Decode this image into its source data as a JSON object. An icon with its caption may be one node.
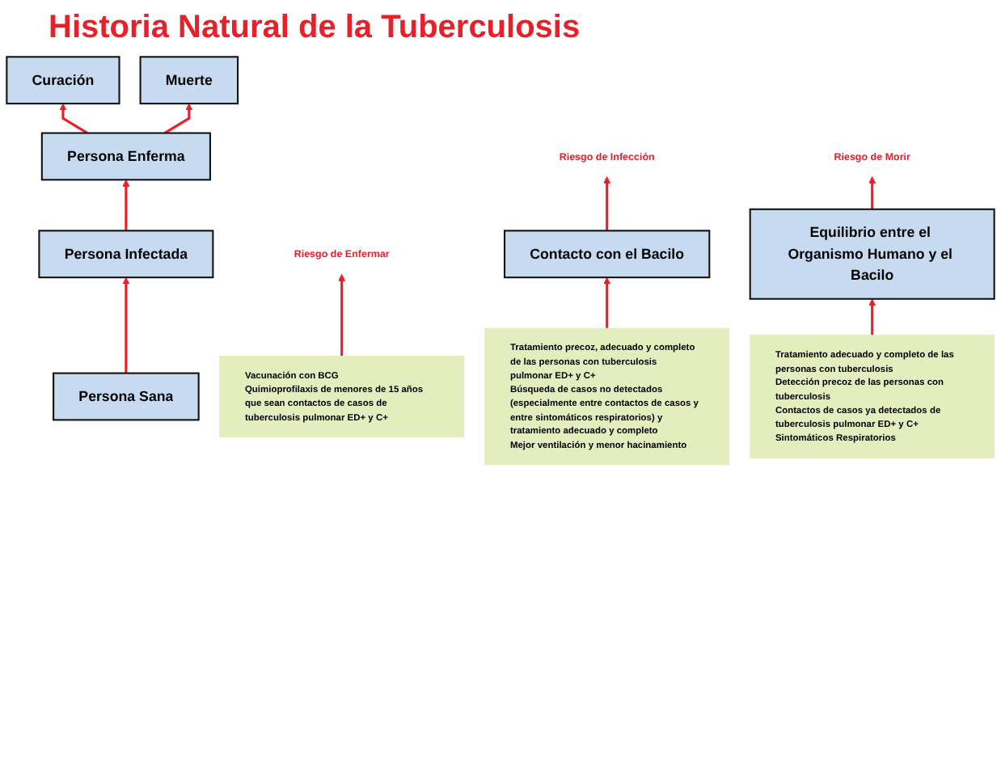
{
  "diagram": {
    "title": "Historia Natural de la Tuberculosis",
    "nodes": [
      {
        "text": [
          "Persona Sana"
        ]
      },
      {
        "text": [
          "Persona Infectada"
        ]
      },
      {
        "text": [
          "Persona Enferma"
        ]
      },
      {
        "text": [
          "Curación"
        ]
      },
      {
        "text": [
          "Muerte"
        ]
      },
      {
        "text": [
          "Riesgo de Infección"
        ]
      },
      {
        "text": [
          "Riesgo de Enfermar"
        ]
      },
      {
        "text": [
          "Riesgo de Morir"
        ]
      },
      {
        "text": [
          "Contacto con el Bacilo"
        ]
      },
      {
        "text": [
          "Equilibrio entre el Organismo Humano y el Bacilo"
        ]
      },
      {
        "text": [
          "Tratamiento precoz, adecuado y completo de las personas con tuberculosis pulmonar ED+ y C+",
          "Búsqueda de casos no detectados (especialmente entre contactos de casos y entre sintomáticos respiratorios) y tratamiento adecuado y completo",
          "Mejor ventilación y menor hacinamiento"
        ]
      },
      {
        "text": [
          "Tratamiento adecuado y completo de las personas con tuberculosis",
          "Detección precoz de las personas con tuberculosis",
          "Contactos de casos ya detectados de tuberculosis pulmonar ED+ y C+",
          "Sintomáticos Respiratorios"
        ]
      },
      {
        "text": [
          "Vacunación con BCG",
          "Quimioprofilaxis de menores de 15 años que sean contactos de casos de tuberculosis pulmonar ED+ y C+"
        ]
      }
    ],
    "edges": [
      {
        "from": 0,
        "to": 1,
        "arrow": "to"
      },
      {
        "from": 1,
        "to": 2,
        "arrow": "to"
      },
      {
        "from": 2,
        "to": 3,
        "arrow": "to"
      },
      {
        "from": 2,
        "to": 4,
        "arrow": "to"
      },
      {
        "from": 8,
        "to": 5,
        "arrow": "to"
      },
      {
        "from": 12,
        "to": 6,
        "arrow": "to"
      },
      {
        "from": 9,
        "to": 7,
        "arrow": "to"
      },
      {
        "from": 10,
        "to": 8,
        "arrow": "to"
      },
      {
        "from": 11,
        "to": 9,
        "arrow": "to"
      }
    ]
  }
}
